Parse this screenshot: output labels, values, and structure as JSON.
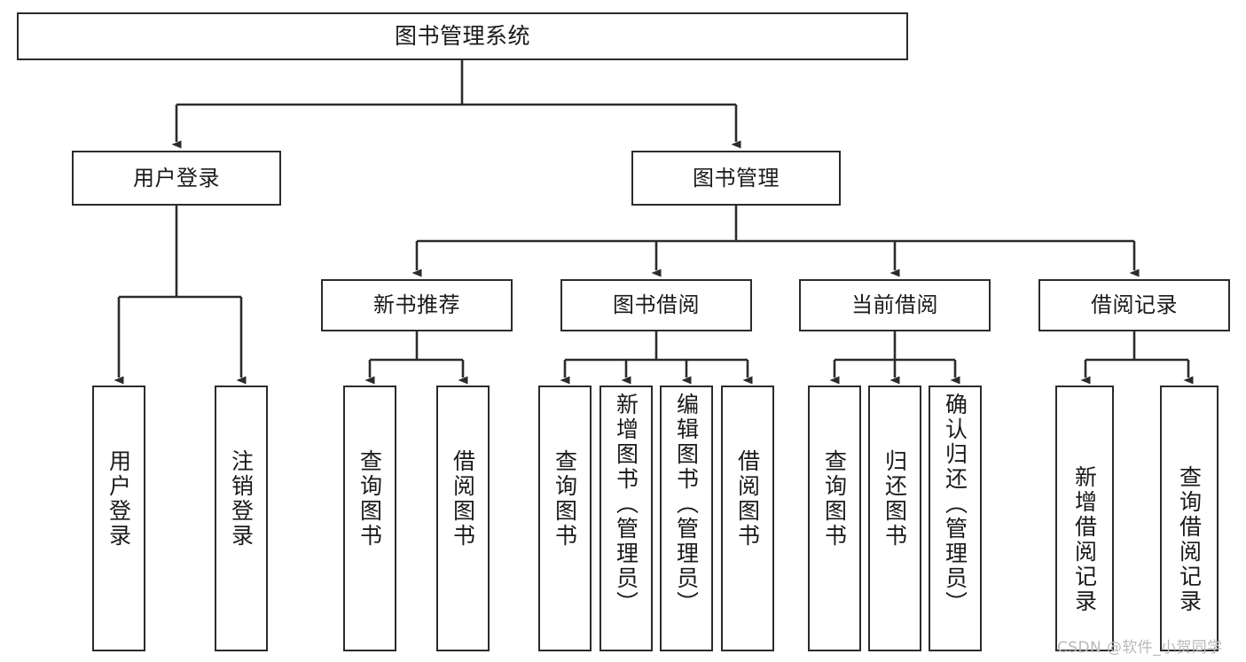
{
  "diagram": {
    "title": "图书管理系统",
    "type": "tree-structure-chart",
    "watermark": "CSDN @软件_小贺同学",
    "colors": {
      "box_border": "#2b2b2b",
      "box_fill": "#ffffff",
      "edge": "#2b2b2b",
      "text": "#1a1a1a",
      "background": "#ffffff",
      "watermark": "#b9b9b9"
    },
    "root": {
      "id": "root",
      "label": "图书管理系统",
      "orientation": "horizontal"
    },
    "level2": [
      {
        "id": "user-login",
        "label": "用户登录",
        "orientation": "horizontal"
      },
      {
        "id": "book-manage",
        "label": "图书管理",
        "orientation": "horizontal"
      }
    ],
    "level3": [
      {
        "id": "new-book-recommend",
        "label": "新书推荐",
        "orientation": "horizontal",
        "parent": "book-manage"
      },
      {
        "id": "book-borrow",
        "label": "图书借阅",
        "orientation": "horizontal",
        "parent": "book-manage"
      },
      {
        "id": "current-borrow",
        "label": "当前借阅",
        "orientation": "horizontal",
        "parent": "book-manage"
      },
      {
        "id": "borrow-record",
        "label": "借阅记录",
        "orientation": "horizontal",
        "parent": "book-manage"
      }
    ],
    "leaves": [
      {
        "id": "leaf-user-login",
        "label": "用户登录",
        "parent": "user-login",
        "orientation": "vertical"
      },
      {
        "id": "leaf-logout",
        "label": "注销登录",
        "parent": "user-login",
        "orientation": "vertical"
      },
      {
        "id": "leaf-query-book-1",
        "label": "查询图书",
        "parent": "new-book-recommend",
        "orientation": "vertical"
      },
      {
        "id": "leaf-borrow-book-1",
        "label": "借阅图书",
        "parent": "new-book-recommend",
        "orientation": "vertical"
      },
      {
        "id": "leaf-query-book-2",
        "label": "查询图书",
        "parent": "book-borrow",
        "orientation": "vertical"
      },
      {
        "id": "leaf-add-book",
        "label": "新增图书（管理员）",
        "parent": "book-borrow",
        "orientation": "vertical"
      },
      {
        "id": "leaf-edit-book",
        "label": "编辑图书（管理员）",
        "parent": "book-borrow",
        "orientation": "vertical"
      },
      {
        "id": "leaf-borrow-book-2",
        "label": "借阅图书",
        "parent": "book-borrow",
        "orientation": "vertical"
      },
      {
        "id": "leaf-query-book-3",
        "label": "查询图书",
        "parent": "current-borrow",
        "orientation": "vertical"
      },
      {
        "id": "leaf-return-book",
        "label": "归还图书",
        "parent": "current-borrow",
        "orientation": "vertical"
      },
      {
        "id": "leaf-confirm-return",
        "label": "确认归还（管理员）",
        "parent": "current-borrow",
        "orientation": "vertical"
      },
      {
        "id": "leaf-add-record",
        "label": "新增借阅记录",
        "parent": "borrow-record",
        "orientation": "vertical"
      },
      {
        "id": "leaf-query-record",
        "label": "查询借阅记录",
        "parent": "borrow-record",
        "orientation": "vertical"
      }
    ]
  }
}
